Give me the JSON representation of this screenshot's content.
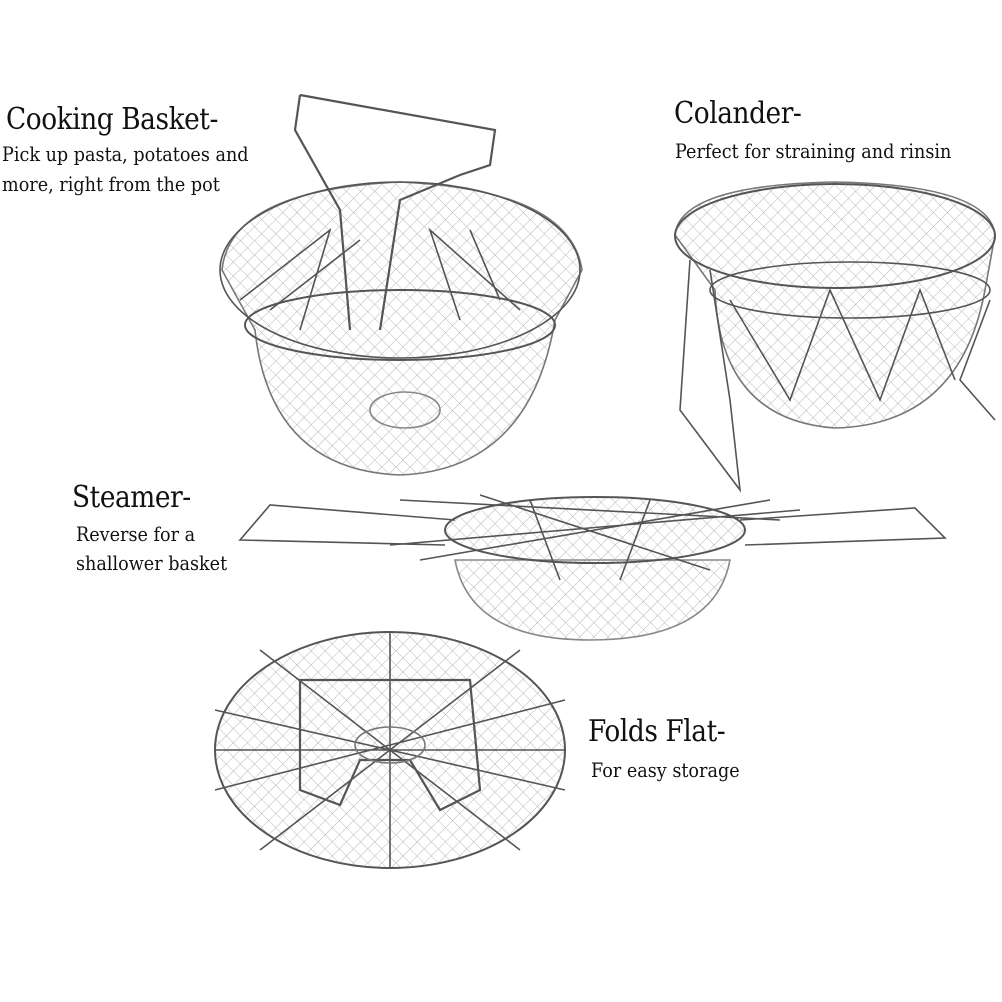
{
  "sections": [
    {
      "title": "Cooking Basket-",
      "lines": [
        "Pick up pasta, potatoes and",
        "more, right from the pot"
      ]
    },
    {
      "title": "Colander-",
      "lines": [
        "Perfect for straining and rinsin"
      ]
    },
    {
      "title": "Steamer-",
      "lines": [
        "Reverse for a",
        "shallower basket"
      ]
    },
    {
      "title": "Folds Flat-",
      "lines": [
        "For easy storage"
      ]
    }
  ],
  "colors": {
    "wire": "#555555",
    "mesh": "#9a9a9a",
    "text": "#111111"
  }
}
